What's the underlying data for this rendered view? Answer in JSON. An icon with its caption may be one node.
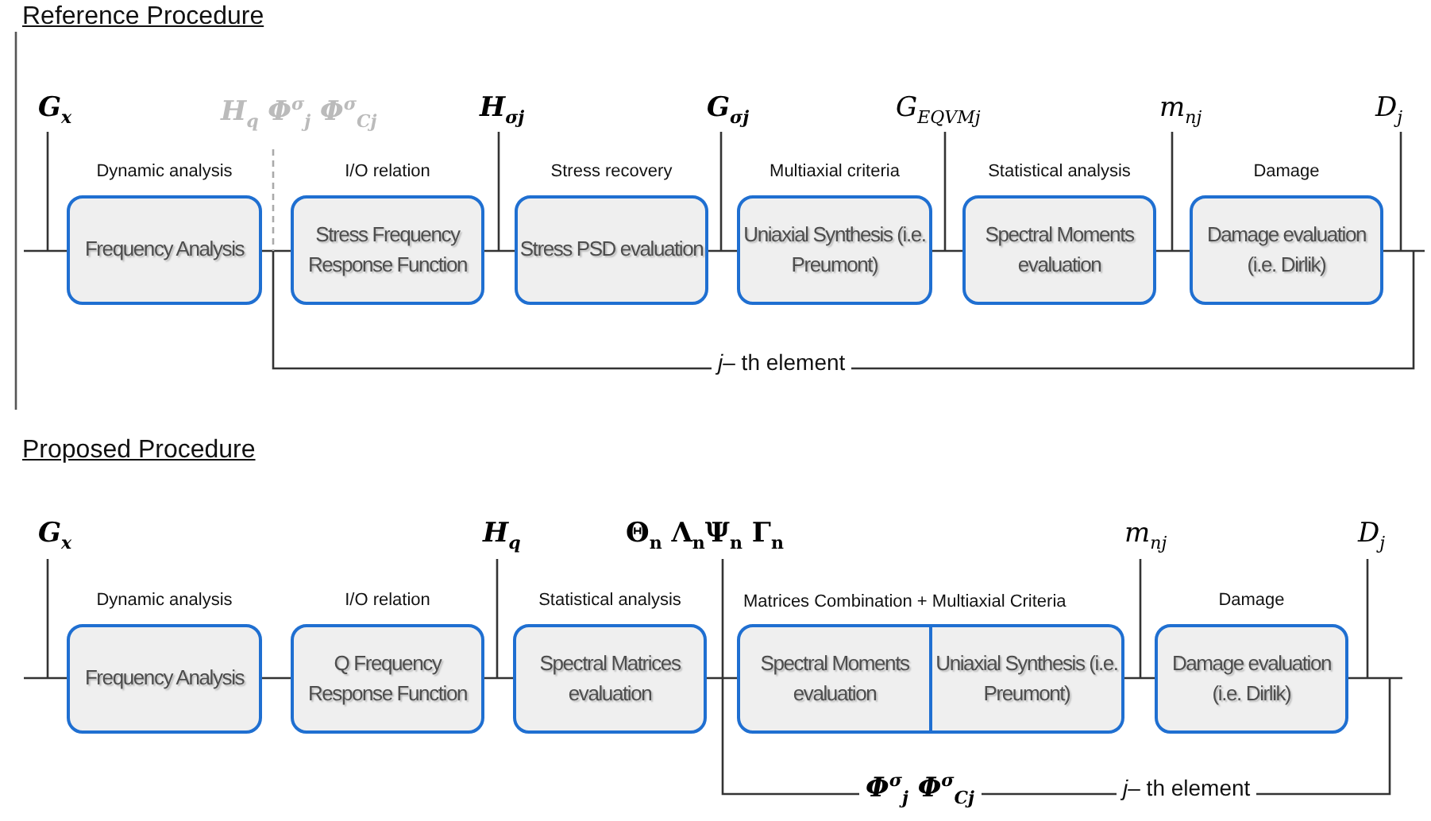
{
  "diagram": {
    "nodes": [
      {
        "text": [
          "Dynamic analysis",
          "Frequency Analysis"
        ]
      },
      {
        "text": [
          "I/O relation",
          "Stress Frequency Response Function"
        ]
      },
      {
        "text": [
          "Stress recovery",
          "Stress PSD evaluation"
        ]
      },
      {
        "text": [
          "Multiaxial criteria",
          "Uniaxial Synthesis (i.e. Preumont)"
        ]
      },
      {
        "text": [
          "Statistical analysis",
          "Spectral Moments evaluation"
        ]
      },
      {
        "text": [
          "Damage",
          "Damage evaluation (i.e. Dirlik)"
        ]
      },
      {
        "text": [
          "Dynamic analysis",
          "Frequency Analysis"
        ]
      },
      {
        "text": [
          "I/O relation",
          "Q Frequency Response Function"
        ]
      },
      {
        "text": [
          "Statistical analysis",
          "Spectral Matrices evaluation"
        ]
      },
      {
        "text": [
          "Spectral Moments evaluation"
        ]
      },
      {
        "text": [
          "Uniaxial Synthesis (i.e. Preumont)"
        ]
      },
      {
        "text": [
          "Damage",
          "Damage evaluation (i.e. Dirlik)"
        ]
      }
    ],
    "edges": [
      {
        "from": null,
        "to": 0,
        "arrow": "none"
      },
      {
        "from": 0,
        "to": 1,
        "arrow": "none"
      },
      {
        "from": 1,
        "to": 2,
        "arrow": "none"
      },
      {
        "from": 2,
        "to": 3,
        "arrow": "none"
      },
      {
        "from": 3,
        "to": 4,
        "arrow": "none"
      },
      {
        "from": 4,
        "to": 5,
        "arrow": "none"
      },
      {
        "from": 5,
        "to": null,
        "arrow": "none"
      },
      {
        "from": null,
        "to": 6,
        "arrow": "none"
      },
      {
        "from": 6,
        "to": 7,
        "arrow": "none"
      },
      {
        "from": 7,
        "to": 8,
        "arrow": "none"
      },
      {
        "from": 8,
        "to": 9,
        "arrow": "none"
      },
      {
        "from": 10,
        "to": 11,
        "arrow": "none"
      },
      {
        "from": 11,
        "to": null,
        "arrow": "none"
      }
    ],
    "labels": [
      "Reference Procedure",
      "G$_{x}$",
      "H$_{q}$ Φ$^{σ}$$_{j}$ Φ$^{σ}$$_{Cj}$",
      "H$_{σj}$",
      "G$_{σj}$",
      "G$_{EQVMj}$",
      "m$_{nj}$",
      "D$_{j}$",
      "*j*– th element",
      "Proposed Procedure",
      "G$_{x}$",
      "H$_{q}$",
      "Θ$_{n}$ Λ$_{n}$Ψ$_{n}$ Γ$_{n}$",
      "m$_{nj}$",
      "D$_{j}$",
      "Matrices Combination + Multiaxial Criteria",
      "Φ$^{σ}$$_{j}$ Φ$^{σ}$$_{Cj}$",
      "*j*– th element"
    ]
  }
}
